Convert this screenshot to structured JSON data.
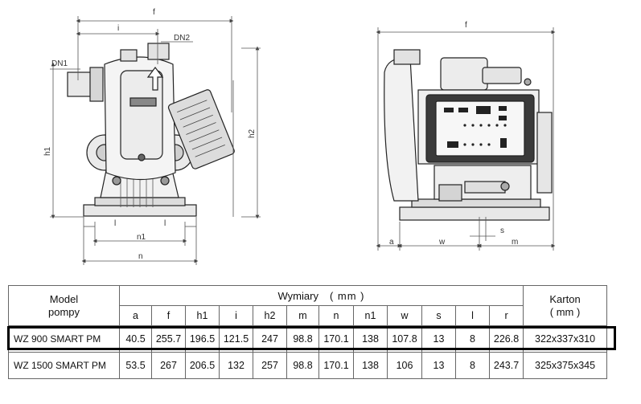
{
  "drawing_labels": {
    "left": {
      "f": "f",
      "i": "i",
      "dn2": "DN2",
      "dn1": "DN1",
      "h1": "h1",
      "h2": "h2",
      "l_left": "l",
      "l_right": "l",
      "n1": "n1",
      "n": "n"
    },
    "right": {
      "f": "f",
      "a": "a",
      "w": "w",
      "s": "s",
      "m": "m"
    }
  },
  "table": {
    "model_header": "Model\npompy",
    "dimensions_header": "Wymiary",
    "dimensions_unit": "( mm )",
    "carton_header": "Karton",
    "carton_unit": "( mm )",
    "columns": [
      "a",
      "f",
      "h1",
      "i",
      "h2",
      "m",
      "n",
      "n1",
      "w",
      "s",
      "l",
      "r"
    ],
    "rows": [
      {
        "model": "WZ 900 SMART PM",
        "values": [
          "40.5",
          "255.7",
          "196.5",
          "121.5",
          "247",
          "98.8",
          "170.1",
          "138",
          "107.8",
          "13",
          "8",
          "226.8"
        ],
        "carton": "322x337x310",
        "highlighted": true
      },
      {
        "model": "WZ 1500 SMART PM",
        "values": [
          "53.5",
          "267",
          "206.5",
          "132",
          "257",
          "98.8",
          "170.1",
          "138",
          "106",
          "13",
          "8",
          "243.7"
        ],
        "carton": "325x375x345",
        "highlighted": false
      }
    ]
  }
}
